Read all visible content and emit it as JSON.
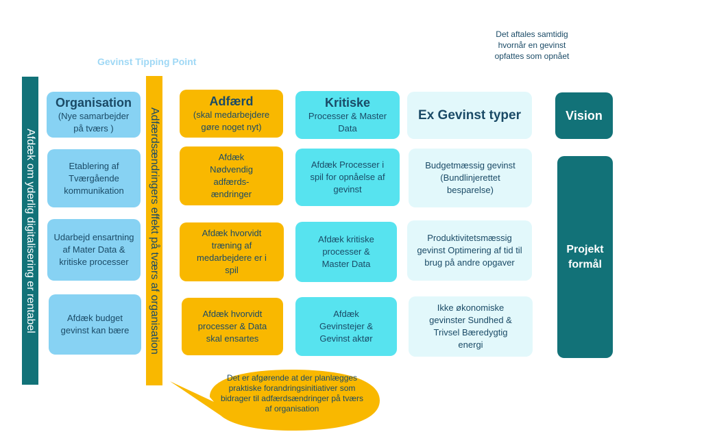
{
  "top_note": "Det aftales samtidig hvornår en gevinst opfattes som opnået",
  "tipping_point": "Gevinst Tipping Point",
  "left_bar": "Afdæk om yderlig digitalisering er rentabel",
  "middle_bar": "Adfærdsændringers effekt på tværs af organisation",
  "organisation": {
    "title": "Organisation",
    "subtitle": "(Nye samarbejder på tværs )",
    "items": [
      "Etablering af Tværgående kommunikation",
      "Udarbejd ensartning af Mater Data & kritiske processer",
      "Afdæk budget gevinst kan bære"
    ]
  },
  "adfaerd": {
    "title": "Adfærd",
    "subtitle": "(skal medarbejdere gøre noget nyt)",
    "items": [
      "Afdæk Nødvendig adfærds-ændringer",
      "Afdæk hvorvidt træning af medarbejdere er i spil",
      "Afdæk hvorvidt processer & Data skal ensartes"
    ]
  },
  "kritiske": {
    "title": "Kritiske",
    "subtitle": "Processer & Master Data",
    "items": [
      "Afdæk Processer i spil for opnåelse af gevinst",
      "Afdæk kritiske processer & Master Data",
      "Afdæk Gevinstejer & Gevinst aktør"
    ]
  },
  "gevinst": {
    "title": "Ex Gevinst typer",
    "items": [
      "Budgetmæssig gevinst (Bundlinjerettet besparelse)",
      "Produktivitetsmæssig gevinst Optimering af tid til brug på andre opgaver",
      "Ikke økonomiske gevinster Sundhed & Trivsel Bæredygtig energi"
    ]
  },
  "vision": "Vision",
  "projekt": "Projekt formål",
  "callout": "Det er afgørende at der planlægges praktiske forandringsinitiativer som bidrager til adfærdsændringer på tværs af organisation",
  "colors": {
    "blue": "#87d2f3",
    "orange": "#f9b800",
    "cyan": "#57e3ef",
    "pale": "#e2f8fb",
    "teal": "#127278",
    "text": "#1a4a66",
    "tipping": "#9fd8f5"
  }
}
